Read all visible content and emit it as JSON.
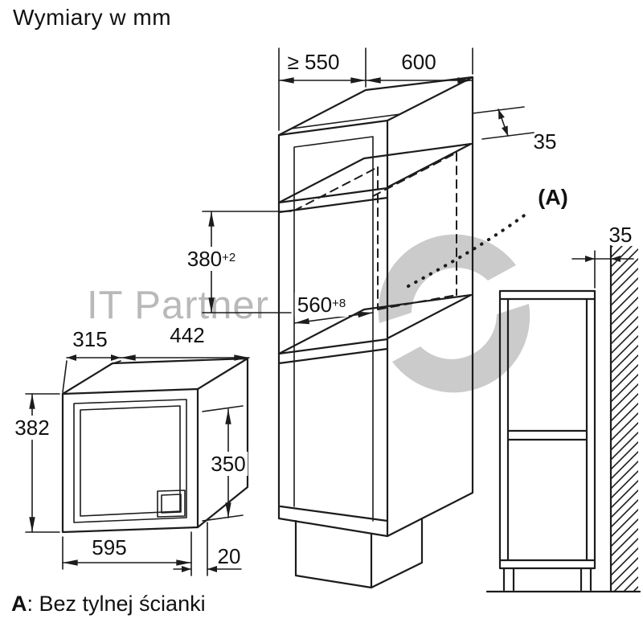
{
  "title": "Wymiary w mm",
  "footnote": {
    "label": "A",
    "text": ": Bez tylnej ścianki"
  },
  "watermark": {
    "text": "IT Partner"
  },
  "dimensions": {
    "niche_depth_min": "≥ 550",
    "cabinet_width": "600",
    "front_edge": "35",
    "niche_height": "380",
    "niche_height_tolerance": "+2",
    "niche_width": "560",
    "niche_width_tolerance": "+8",
    "section_marker": "(A)",
    "wall_distance": "35",
    "appliance_depth": "315",
    "body_width": "442",
    "front_height": "382",
    "body_height": "350",
    "front_width": "595",
    "bottom_clearance": "20"
  }
}
